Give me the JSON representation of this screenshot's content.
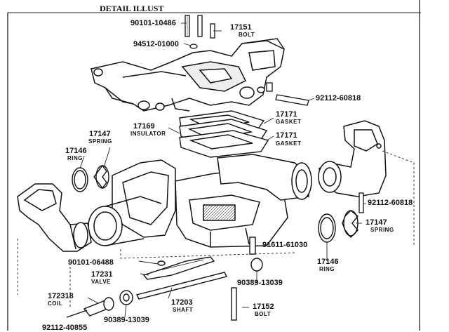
{
  "header": {
    "title": "DETAIL ILLUST"
  },
  "parts": [
    {
      "number": "90101-10486",
      "name": ""
    },
    {
      "number": "17151",
      "name": "BOLT"
    },
    {
      "number": "94512-01000",
      "name": ""
    },
    {
      "number": "92112-60818",
      "name": ""
    },
    {
      "number": "17171",
      "name": "GASKET"
    },
    {
      "number": "17169",
      "name": "INSULATOR"
    },
    {
      "number": "17171",
      "name": "GASKET"
    },
    {
      "number": "17147",
      "name": "SPRING"
    },
    {
      "number": "17146",
      "name": "RING"
    },
    {
      "number": "92112-60818",
      "name": ""
    },
    {
      "number": "17147",
      "name": "SPRING"
    },
    {
      "number": "91611-61030",
      "name": ""
    },
    {
      "number": "17146",
      "name": "RING"
    },
    {
      "number": "90101-06488",
      "name": ""
    },
    {
      "number": "17231",
      "name": "VALVE"
    },
    {
      "number": "90389-13039",
      "name": ""
    },
    {
      "number": "172318",
      "name": "COIL"
    },
    {
      "number": "17203",
      "name": "SHAFT"
    },
    {
      "number": "17152",
      "name": "BOLT"
    },
    {
      "number": "90389-13039",
      "name": ""
    },
    {
      "number": "92112-40855",
      "name": ""
    }
  ]
}
